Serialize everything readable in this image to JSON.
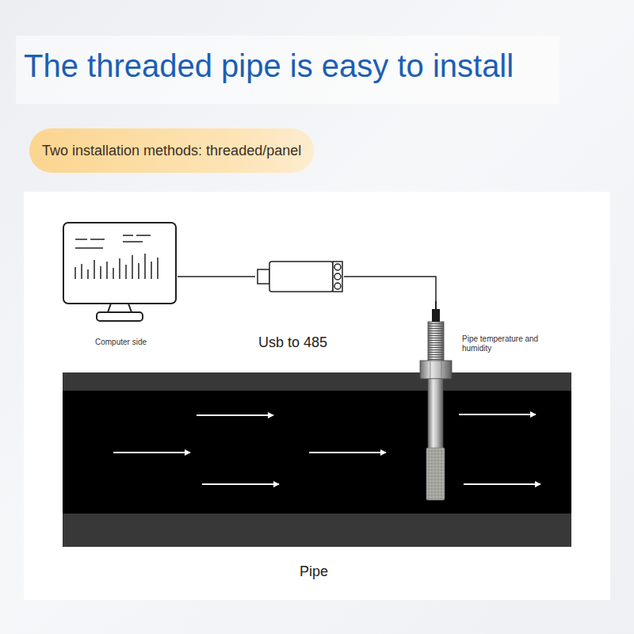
{
  "diagram": {
    "title": "The threaded pipe is easy to install",
    "nodes": [
      {
        "text": [
          "Two installation methods: threaded/panel"
        ]
      },
      {
        "text": [
          "Computer side"
        ]
      },
      {
        "text": [
          "Usb to 485"
        ]
      },
      {
        "text": [
          "Pipe temperature and humidity"
        ]
      }
    ],
    "edges": [
      {
        "from": 1,
        "to": 2,
        "arrow": "none"
      },
      {
        "from": 2,
        "to": 3,
        "arrow": "none"
      }
    ],
    "labels": [
      "Pipe"
    ]
  }
}
